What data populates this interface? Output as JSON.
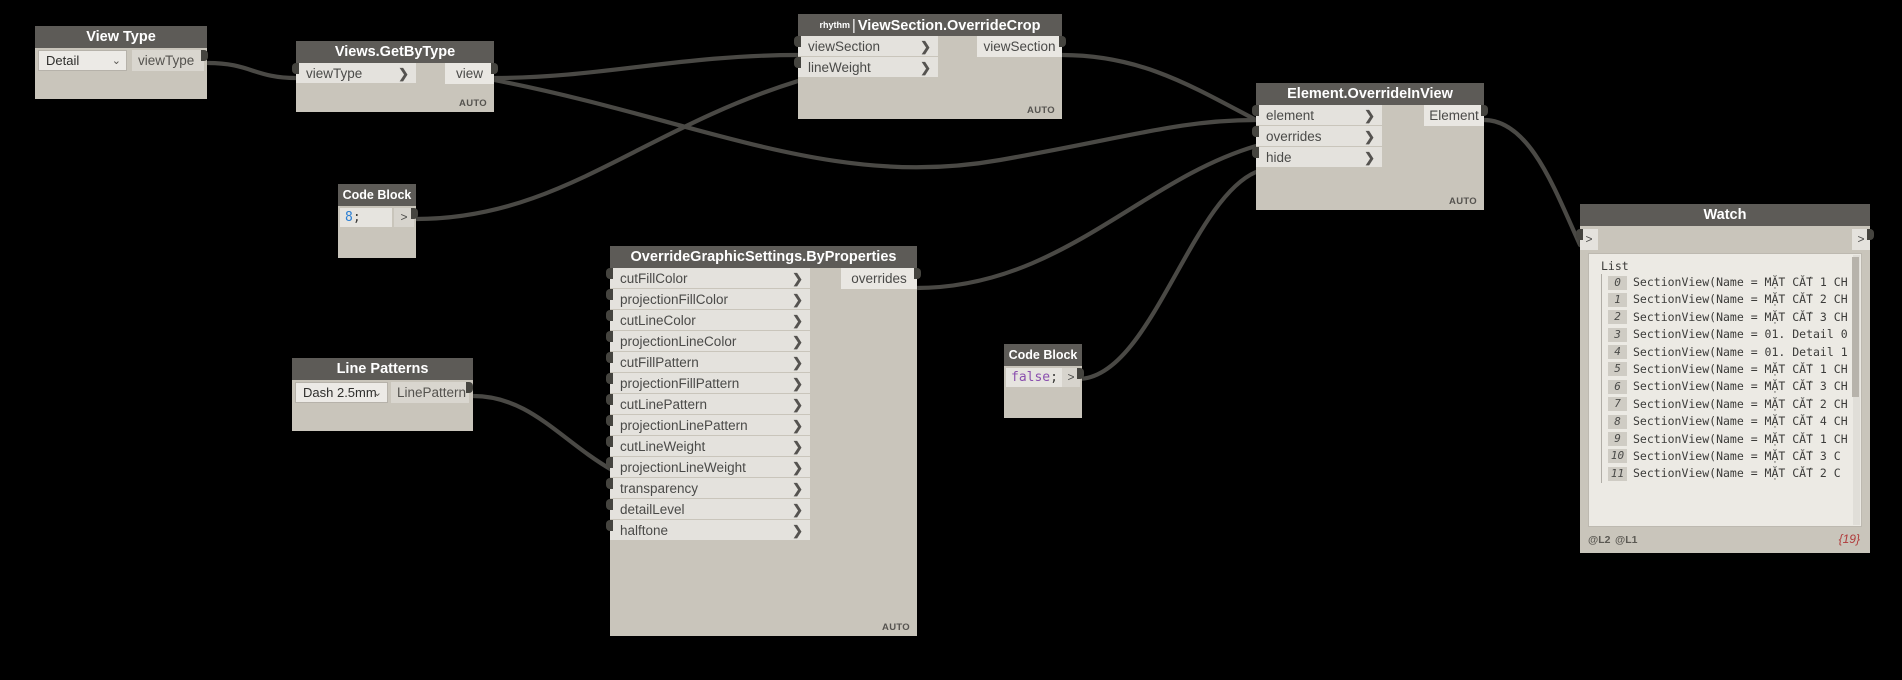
{
  "nodes": {
    "view_type": {
      "title": "View Type",
      "selected": "Detail",
      "output": "viewType",
      "caret": "chevron-down"
    },
    "views_getbytype": {
      "title": "Views.GetByType",
      "inputs": [
        "viewType"
      ],
      "output": "view",
      "footer": "AUTO"
    },
    "viewsection_overridecrop": {
      "package": "rhythm",
      "separator": "|",
      "title": "ViewSection.OverrideCrop",
      "inputs": [
        "viewSection",
        "lineWeight"
      ],
      "output": "viewSection",
      "footer": "AUTO"
    },
    "element_overrideinview": {
      "title": "Element.OverrideInView",
      "inputs": [
        "element",
        "overrides",
        "hide"
      ],
      "output": "Element",
      "footer": "AUTO"
    },
    "code_block_8": {
      "title": "Code Block",
      "code_value": "8",
      "code_punct": ";",
      "out_marker": ">"
    },
    "code_block_false": {
      "title": "Code Block",
      "code_value": "false",
      "code_punct": ";",
      "out_marker": ">"
    },
    "line_patterns": {
      "title": "Line Patterns",
      "selected": "Dash 2.5mm",
      "output": "LinePattern",
      "caret": "chevron-down"
    },
    "override_graphic_settings": {
      "title": "OverrideGraphicSettings.ByProperties",
      "inputs": [
        "cutFillColor",
        "projectionFillColor",
        "cutLineColor",
        "projectionLineColor",
        "cutFillPattern",
        "projectionFillPattern",
        "cutLinePattern",
        "projectionLinePattern",
        "cutLineWeight",
        "projectionLineWeight",
        "transparency",
        "detailLevel",
        "halftone"
      ],
      "output": "overrides",
      "footer": "AUTO"
    },
    "watch": {
      "title": "Watch",
      "in_marker": ">",
      "out_marker": ">",
      "list_label": "List",
      "items": [
        {
          "index": "0",
          "text": "SectionView(Name = MẶT CẮT 1 CH"
        },
        {
          "index": "1",
          "text": "SectionView(Name = MẶT CẮT 2 CH"
        },
        {
          "index": "2",
          "text": "SectionView(Name = MẶT CẮT 3 CH"
        },
        {
          "index": "3",
          "text": "SectionView(Name = 01. Detail 0"
        },
        {
          "index": "4",
          "text": "SectionView(Name = 01. Detail 1"
        },
        {
          "index": "5",
          "text": "SectionView(Name = MẶT CẮT 1 CH"
        },
        {
          "index": "6",
          "text": "SectionView(Name = MẶT CẮT 3 CH"
        },
        {
          "index": "7",
          "text": "SectionView(Name = MẶT CẮT 2 CH"
        },
        {
          "index": "8",
          "text": "SectionView(Name = MẶT CẮT 4 CH"
        },
        {
          "index": "9",
          "text": "SectionView(Name = MẶT CẮT 1 CH"
        },
        {
          "index": "10",
          "text": "SectionView(Name = MẶT CẮT 3 C"
        },
        {
          "index": "11",
          "text": "SectionView(Name = MẶT CẮT 2 C"
        }
      ],
      "levels": [
        "@L2",
        "@L1"
      ],
      "count": "{19}"
    }
  },
  "icons": {
    "port_chevron": "❯"
  },
  "colors": {
    "canvas": "#000000",
    "node_body": "#c9c5bb",
    "node_header": "#5d5b57",
    "port_bg": "#e4e2dd",
    "wire": "#4a4945",
    "code_number": "#2a7fd4",
    "code_keyword": "#8a4fae",
    "count_badge": "#b03a3a"
  }
}
